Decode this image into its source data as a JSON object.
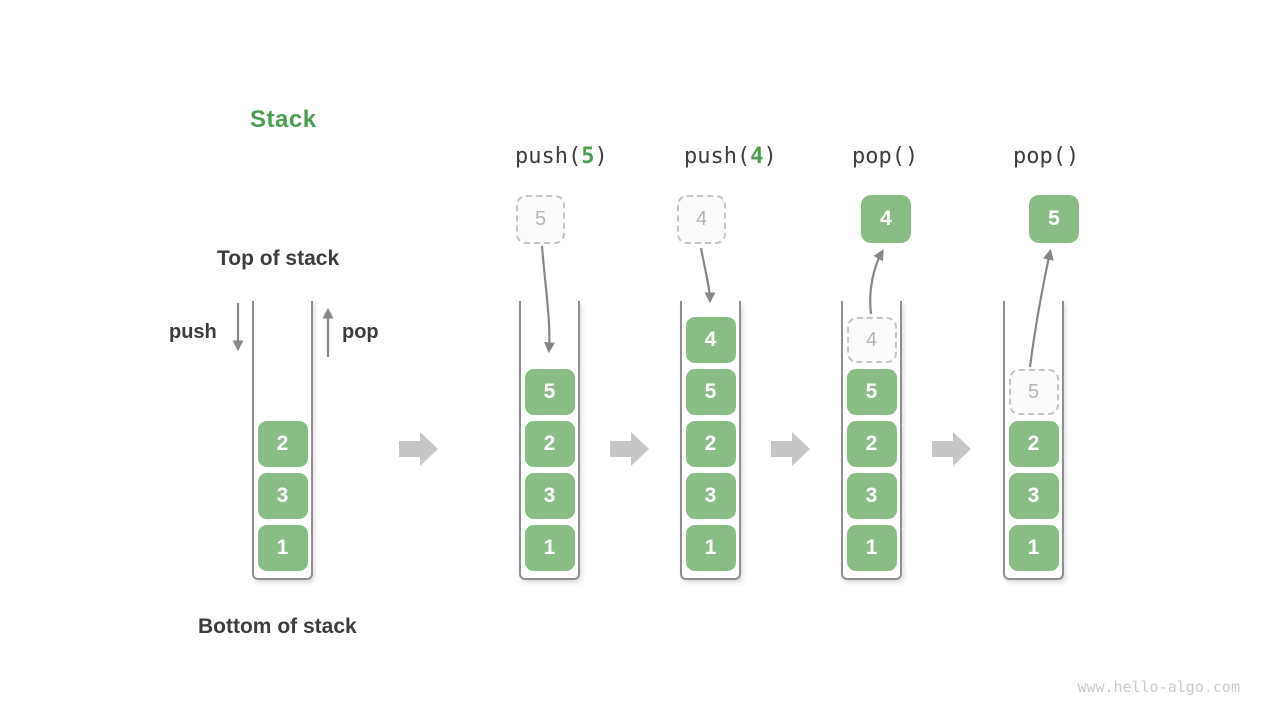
{
  "title": "Stack",
  "labels": {
    "top_of_stack": "Top of stack",
    "bottom_of_stack": "Bottom of stack",
    "push": "push",
    "pop": "pop"
  },
  "operations": [
    {
      "prefix": "push(",
      "arg": "5",
      "suffix": ")"
    },
    {
      "prefix": "push(",
      "arg": "4",
      "suffix": ")"
    },
    {
      "prefix": "pop(",
      "arg": "",
      "suffix": ")"
    },
    {
      "prefix": "pop(",
      "arg": "",
      "suffix": ")"
    }
  ],
  "floating_boxes": [
    {
      "value": "5",
      "style": "ghost"
    },
    {
      "value": "4",
      "style": "ghost"
    },
    {
      "value": "4",
      "style": "solid"
    },
    {
      "value": "5",
      "style": "solid"
    }
  ],
  "stacks": [
    {
      "cells": [
        {
          "value": "2"
        },
        {
          "value": "3"
        },
        {
          "value": "1"
        }
      ]
    },
    {
      "cells": [
        {
          "value": "5"
        },
        {
          "value": "2"
        },
        {
          "value": "3"
        },
        {
          "value": "1"
        }
      ]
    },
    {
      "cells": [
        {
          "value": "4"
        },
        {
          "value": "5"
        },
        {
          "value": "2"
        },
        {
          "value": "3"
        },
        {
          "value": "1"
        }
      ]
    },
    {
      "cells": [
        {
          "value": "4",
          "ghost": true
        },
        {
          "value": "5"
        },
        {
          "value": "2"
        },
        {
          "value": "3"
        },
        {
          "value": "1"
        }
      ]
    },
    {
      "cells": [
        {
          "value": "5",
          "ghost": true
        },
        {
          "value": "2"
        },
        {
          "value": "3"
        },
        {
          "value": "1"
        }
      ]
    }
  ],
  "watermark": "www.hello-algo.com",
  "colors": {
    "green": "#8abd85",
    "title_green": "#4d9e52",
    "arrow_gray": "#868686",
    "block_arrow_gray": "#c6c6c6",
    "well_border": "#8f8f8f",
    "ghost_border": "#c4c4c4",
    "ghost_text": "#b4b4b4",
    "dark_text": "#3d3d3d",
    "watermark_gray": "#c9c9c9"
  }
}
